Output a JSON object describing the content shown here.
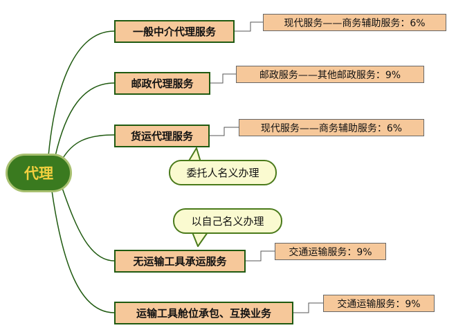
{
  "root": {
    "label": "代理"
  },
  "topics": [
    {
      "label": "一般中介代理服务",
      "leaf": "现代服务——商务辅助服务：6%"
    },
    {
      "label": "邮政代理服务",
      "leaf": "邮政服务——其他邮政服务：9%"
    },
    {
      "label": "货运代理服务",
      "leaf": "现代服务——商务辅助服务：6%",
      "callout": "委托人名义办理"
    },
    {
      "label": "无运输工具承运服务",
      "leaf": "交通运输服务：9%",
      "callout": "以自己名义办理"
    },
    {
      "label": "运输工具舱位承包、互换业务",
      "leaf": "交通运输服务：9%"
    }
  ],
  "colors": {
    "root_fill": "#3a7a1f",
    "root_text": "#f4d03f",
    "topic_fill": "#f6c89a",
    "branch_line": "#1f5a10",
    "callout_fill": "#fafad0"
  }
}
